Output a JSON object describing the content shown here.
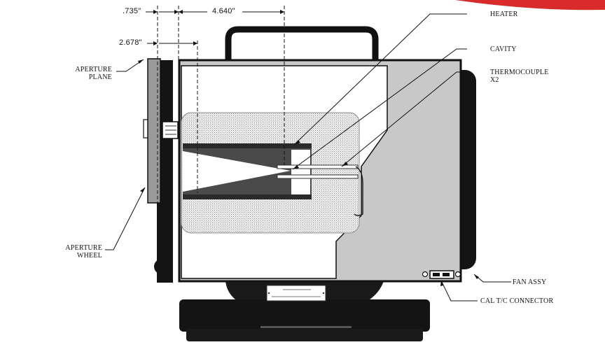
{
  "dimensions": {
    "d1": ".735\"",
    "d2": "4.640\"",
    "d3": "2.678\""
  },
  "labels": {
    "heater": "HEATER",
    "cavity": "CAVITY",
    "thermocouple_line1": "THERMOCOUPLE",
    "thermocouple_line2": "X2",
    "aperture_plane_line1": "APERTURE",
    "aperture_plane_line2": "PLANE",
    "aperture_wheel_line1": "APERTURE",
    "aperture_wheel_line2": "WHEEL",
    "fan_assy": "FAN ASSY",
    "cal_tc_connector": "CAL T/C CONNECTOR"
  },
  "colors": {
    "accent_red": "#d92b2b",
    "housing_gray": "#c8c8c8",
    "dark": "#111111"
  }
}
